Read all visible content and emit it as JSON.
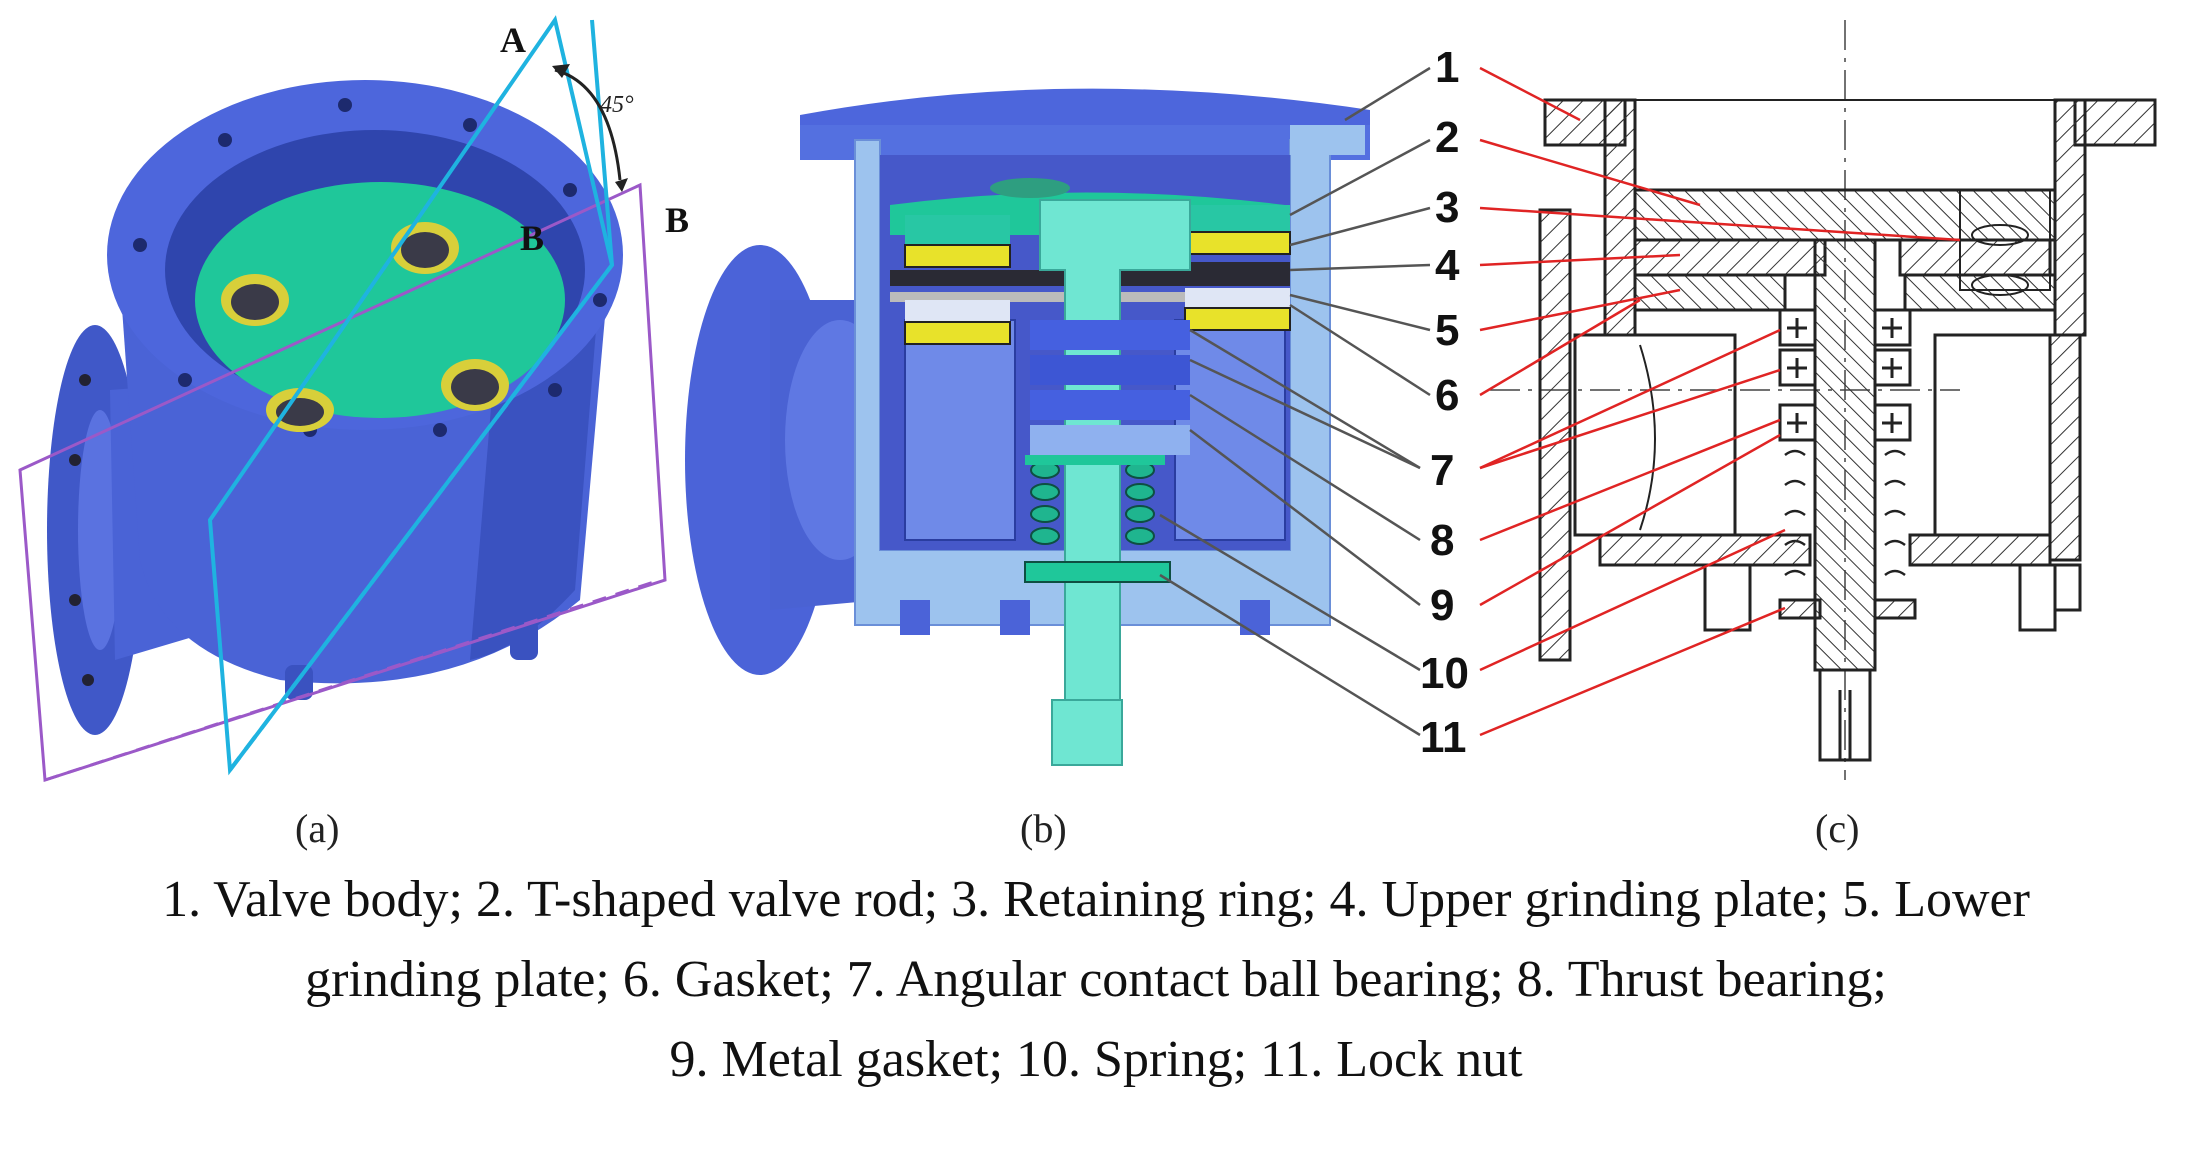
{
  "panels": {
    "a": {
      "label": "(a)",
      "plane_a": "A",
      "plane_b_top": "B",
      "plane_b_side": "B",
      "angle": "45°"
    },
    "b": {
      "label": "(b)"
    },
    "c": {
      "label": "(c)"
    }
  },
  "callouts": [
    "1",
    "2",
    "3",
    "4",
    "5",
    "6",
    "7",
    "8",
    "9",
    "10",
    "11"
  ],
  "caption": {
    "line1": "1.  Valve body; 2. T-shaped valve rod; 3. Retaining ring; 4. Upper grinding plate; 5. Lower",
    "line2": "grinding plate; 6. Gasket; 7. Angular contact ball bearing; 8. Thrust bearing;",
    "line3": "9. Metal gasket; 10. Spring; 11. Lock nut"
  },
  "colors": {
    "body_blue": "#4b63d8",
    "section_light": "#9dc3ee",
    "plate_green": "#1fc79a",
    "rod_cyan": "#6fe6d2",
    "ring_yellow": "#e8e22a",
    "plane_cyan": "#1fb3e0",
    "plane_purple": "#9b59c8",
    "leader_red": "#e02424",
    "leader_gray": "#555555"
  }
}
